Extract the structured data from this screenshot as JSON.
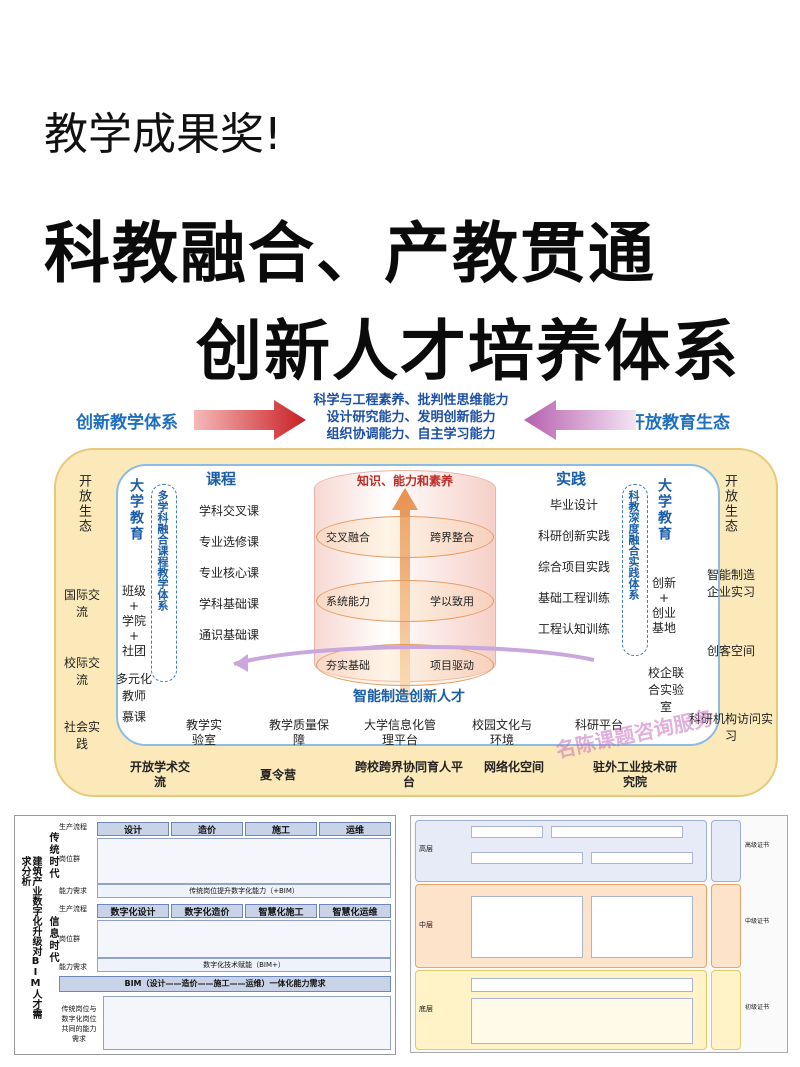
{
  "title": {
    "line1": "教学成果奖!",
    "line2": "科教融合、产教贯通",
    "line3": "创新人才培养体系"
  },
  "diagram1": {
    "left_heading": "创新教学体系",
    "right_heading": "开放教育生态",
    "top_goals": [
      "科学与工程素养、批判性思维能力",
      "设计研究能力、发明创新能力",
      "组织协调能力、自主学习能力"
    ],
    "course_title": "课程",
    "practice_title": "实践",
    "left_vertical_a": "大学教育",
    "left_vertical_b": "多学科融合课程教学体系",
    "right_vertical_a": "科教深度融合实践体系",
    "right_vertical_b": "大学教育",
    "course_items": [
      "学科交叉课",
      "专业选修课",
      "专业核心课",
      "学科基础课",
      "通识基础课"
    ],
    "practice_items": [
      "毕业设计",
      "科研创新实践",
      "综合项目实践",
      "基础工程训练",
      "工程认知训练"
    ],
    "cylinder_top": "知识、能力和素养",
    "ring_pairs": [
      [
        "交叉融合",
        "跨界整合"
      ],
      [
        "系统能力",
        "学以致用"
      ],
      [
        "夯实基础",
        "项目驱动"
      ]
    ],
    "center_bottom": "智能制造创新人才",
    "left_outer": [
      "开放生态",
      "国际交流",
      "校际交流",
      "社会实践"
    ],
    "right_outer": [
      "开放生态",
      "智能制造企业实习",
      "创客空间",
      "科研机构访问实习"
    ],
    "left_inner_stack": [
      "班级",
      "+",
      "学院",
      "+",
      "社团"
    ],
    "left_inner_extra": [
      "多元化教师",
      "慕课"
    ],
    "right_inner_stack": [
      "创新",
      "+",
      "创业",
      "基地"
    ],
    "right_inner_extra": [
      "校企联合实验室"
    ],
    "inner_bottom": [
      "教学实验室",
      "教学质量保障",
      "大学信息化管理平台",
      "校园文化与环境",
      "科研平台"
    ],
    "outer_bottom": [
      "开放学术交流",
      "夏令营",
      "跨校跨界协同育人平台",
      "网络化空间",
      "驻外工业技术研究院"
    ],
    "watermark": "名陈课题咨询服务"
  },
  "diagram2": {
    "side_title": "建筑产业数字化升级对BIM人才需求分析",
    "era1": "传统时代",
    "era2": "信息时代",
    "row_labels": [
      "生产流程",
      "岗位群",
      "能力需求",
      "生产流程",
      "岗位群",
      "能力需求"
    ],
    "stages1": [
      "设计",
      "造价",
      "施工",
      "运维"
    ],
    "stages2": [
      "数字化设计",
      "数字化造价",
      "智慧化施工",
      "智慧化运维"
    ],
    "band1": "传统岗位提升数字化能力（+BIM）",
    "band2": "数字化技术赋能（BIM+）",
    "band3": "BIM（设计——造价——施工——运维）一体化能力需求",
    "bottom_label": "传统岗位与数字化岗位共同的能力需求"
  },
  "diagram3": {
    "levels": [
      "高层",
      "中层",
      "底层"
    ],
    "right_labels": [
      "高级证书",
      "中级证书",
      "初级证书"
    ]
  },
  "colors": {
    "blue": "#1f6fbf",
    "orange_arrow": "#e39a5f",
    "outer_fill": "#fbe9b9",
    "inner_border": "#8cbbe6"
  }
}
